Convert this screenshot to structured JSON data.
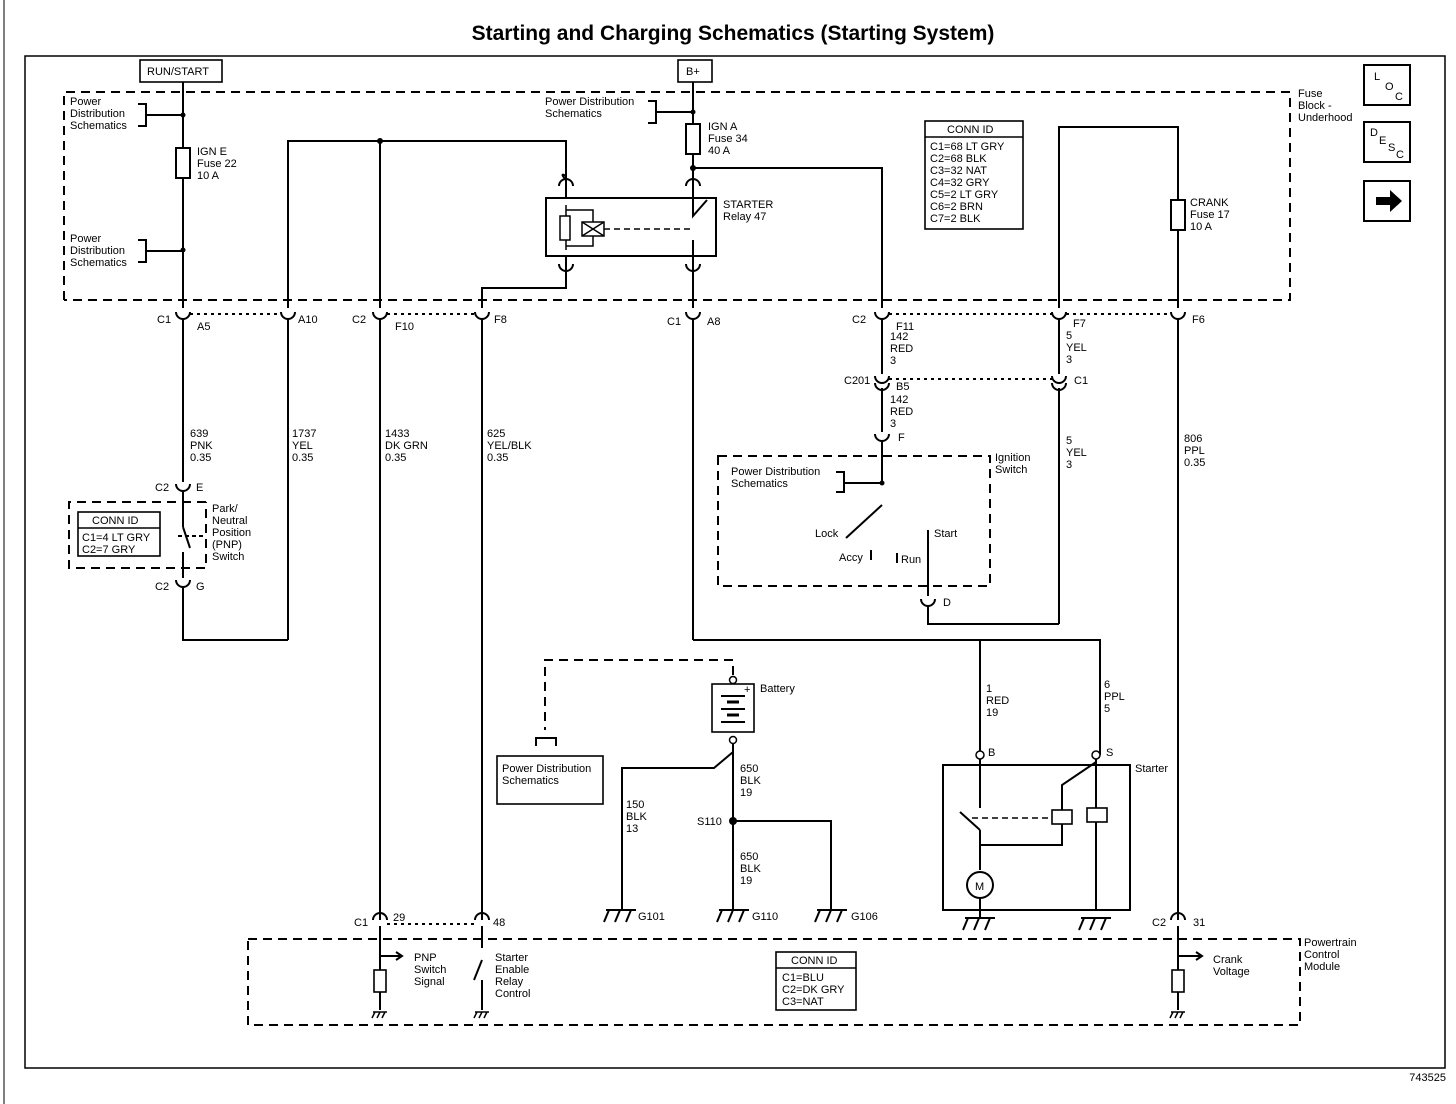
{
  "title": "Starting and Charging Schematics (Starting System)",
  "figure_id": "743525",
  "nav": {
    "loc": [
      "L",
      "O",
      "C"
    ],
    "desc": [
      "D",
      "E",
      "S",
      "C"
    ],
    "next": "next-arrow"
  },
  "sources": {
    "run_start": "RUN/START",
    "bplus": "B+"
  },
  "fuse_block": [
    "Fuse",
    "Block -",
    "Underhood"
  ],
  "pds": [
    "Power",
    "Distribution",
    "Schematics"
  ],
  "pds2": [
    "Power Distribution",
    "Schematics"
  ],
  "fuses": {
    "ign_e": [
      "IGN E",
      "Fuse 22",
      "10 A"
    ],
    "ign_a": [
      "IGN A",
      "Fuse 34",
      "40 A"
    ],
    "crank": [
      "CRANK",
      "Fuse 17",
      "10 A"
    ]
  },
  "relay": [
    "STARTER",
    "Relay 47"
  ],
  "conn_id_main": {
    "title": "CONN ID",
    "rows": [
      "C1=68 LT GRY",
      "C2=68 BLK",
      "C3=32 NAT",
      "C4=32 GRY",
      "C5=2 LT GRY",
      "C6=2 BRN",
      "C7=2 BLK"
    ]
  },
  "conn_id_pnp": {
    "title": "CONN ID",
    "rows": [
      "C1=4 LT GRY",
      "C2=7 GRY"
    ]
  },
  "conn_id_pcm": {
    "title": "CONN ID",
    "rows": [
      "C1=BLU",
      "C2=DK GRY",
      "C3=NAT"
    ]
  },
  "connectors": {
    "c1": "C1",
    "c2": "C2",
    "a5": "A5",
    "a10": "A10",
    "f10": "F10",
    "f8": "F8",
    "a8": "A8",
    "f11": "F11",
    "f7": "F7",
    "f6": "F6",
    "c201": "C201",
    "b5": "B5",
    "c1b": "C1",
    "f": "F",
    "d": "D",
    "e": "E",
    "g": "G",
    "p29": "29",
    "p48": "48",
    "p31": "31",
    "b": "B",
    "s": "S"
  },
  "wires": {
    "w639": [
      "639",
      "PNK",
      "0.35"
    ],
    "w1737": [
      "1737",
      "YEL",
      "0.35"
    ],
    "w1433": [
      "1433",
      "DK GRN",
      "0.35"
    ],
    "w625": [
      "625",
      "YEL/BLK",
      "0.35"
    ],
    "w142a": [
      "142",
      "RED",
      "3"
    ],
    "w142b": [
      "142",
      "RED",
      "3"
    ],
    "w5a": [
      "5",
      "YEL",
      "3"
    ],
    "w5b": [
      "5",
      "YEL",
      "3"
    ],
    "w806": [
      "806",
      "PPL",
      "0.35"
    ],
    "w1": [
      "1",
      "RED",
      "19"
    ],
    "w6": [
      "6",
      "PPL",
      "5"
    ],
    "w650a": [
      "650",
      "BLK",
      "19"
    ],
    "w650b": [
      "650",
      "BLK",
      "19"
    ],
    "w150": [
      "150",
      "BLK",
      "13"
    ]
  },
  "pnp_switch": [
    "Park/",
    "Neutral",
    "Position",
    "(PNP)",
    "Switch"
  ],
  "ignition": {
    "label": [
      "Ignition",
      "Switch"
    ],
    "lock": "Lock",
    "accy": "Accy",
    "run": "Run",
    "start": "Start"
  },
  "battery": "Battery",
  "s110": "S110",
  "grounds": {
    "g101": "G101",
    "g110": "G110",
    "g106": "G106"
  },
  "starter": "Starter",
  "motor": "M",
  "pcm": {
    "label": [
      "Powertrain",
      "Control",
      "Module"
    ],
    "pnp_signal": [
      "PNP",
      "Switch",
      "Signal"
    ],
    "relay_ctrl": [
      "Starter",
      "Enable",
      "Relay",
      "Control"
    ],
    "crank_voltage": [
      "Crank",
      "Voltage"
    ]
  }
}
